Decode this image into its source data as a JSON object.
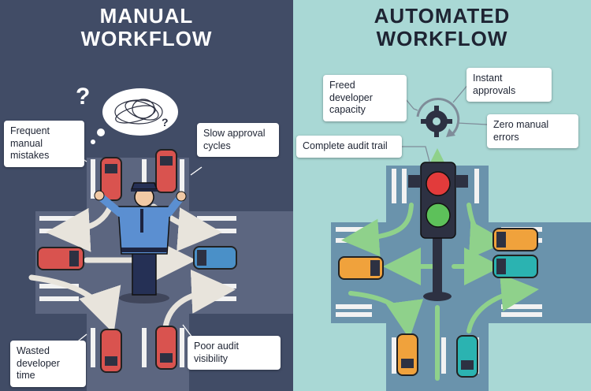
{
  "manual": {
    "title_line1": "MANUAL",
    "title_line2": "WORKFLOW",
    "callouts": {
      "frequent_mistakes": "Frequent manual mistakes",
      "slow_approval": "Slow approval cycles",
      "wasted_time": "Wasted developer time",
      "poor_audit": "Poor audit visibility"
    }
  },
  "automated": {
    "title_line1": "AUTOMATED",
    "title_line2": "WORKFLOW",
    "callouts": {
      "freed_capacity": "Freed developer capacity",
      "instant_approvals": "Instant approvals",
      "zero_errors": "Zero manual errors",
      "audit_trail": "Complete audit trail"
    }
  },
  "colors": {
    "manual_bg": "#414c66",
    "automated_bg": "#a9d8d5",
    "red_car": "#d9534f",
    "blue_car": "#4a90c8",
    "orange_car": "#f0a23c",
    "teal_car": "#2bb3b1",
    "green_arrow": "#8fd18b",
    "signal_red": "#e23b3b",
    "signal_green": "#5dc15a"
  },
  "icons": [
    "question-mark-icon",
    "tangled-thought-icon",
    "police-officer-icon",
    "gear-icon",
    "traffic-light-icon"
  ]
}
